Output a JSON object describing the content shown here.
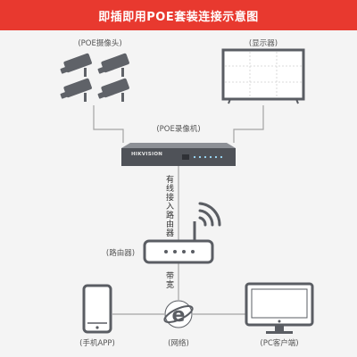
{
  "header": {
    "title": "即插即用POE套装连接示意图"
  },
  "labels": {
    "cameras": "(POE摄像头)",
    "monitor": "(显示器)",
    "nvr": "(POE录像机)",
    "router": "(路由器)",
    "phone": "(手机APP)",
    "network": "(网络)",
    "pc": "(PC客户端)"
  },
  "connections": {
    "wired_to_router": "有线接入路由器",
    "bandwidth": "带宽"
  },
  "nvr": {
    "brand": "HIKVISION"
  },
  "colors": {
    "header_bg": "#e8392f",
    "device_gray": "#6b6e74",
    "line_gray": "#9a9a9a"
  },
  "icons": [
    "camera-icon",
    "monitor-icon",
    "nvr-icon",
    "router-icon",
    "phone-icon",
    "ie-icon",
    "pc-icon"
  ]
}
